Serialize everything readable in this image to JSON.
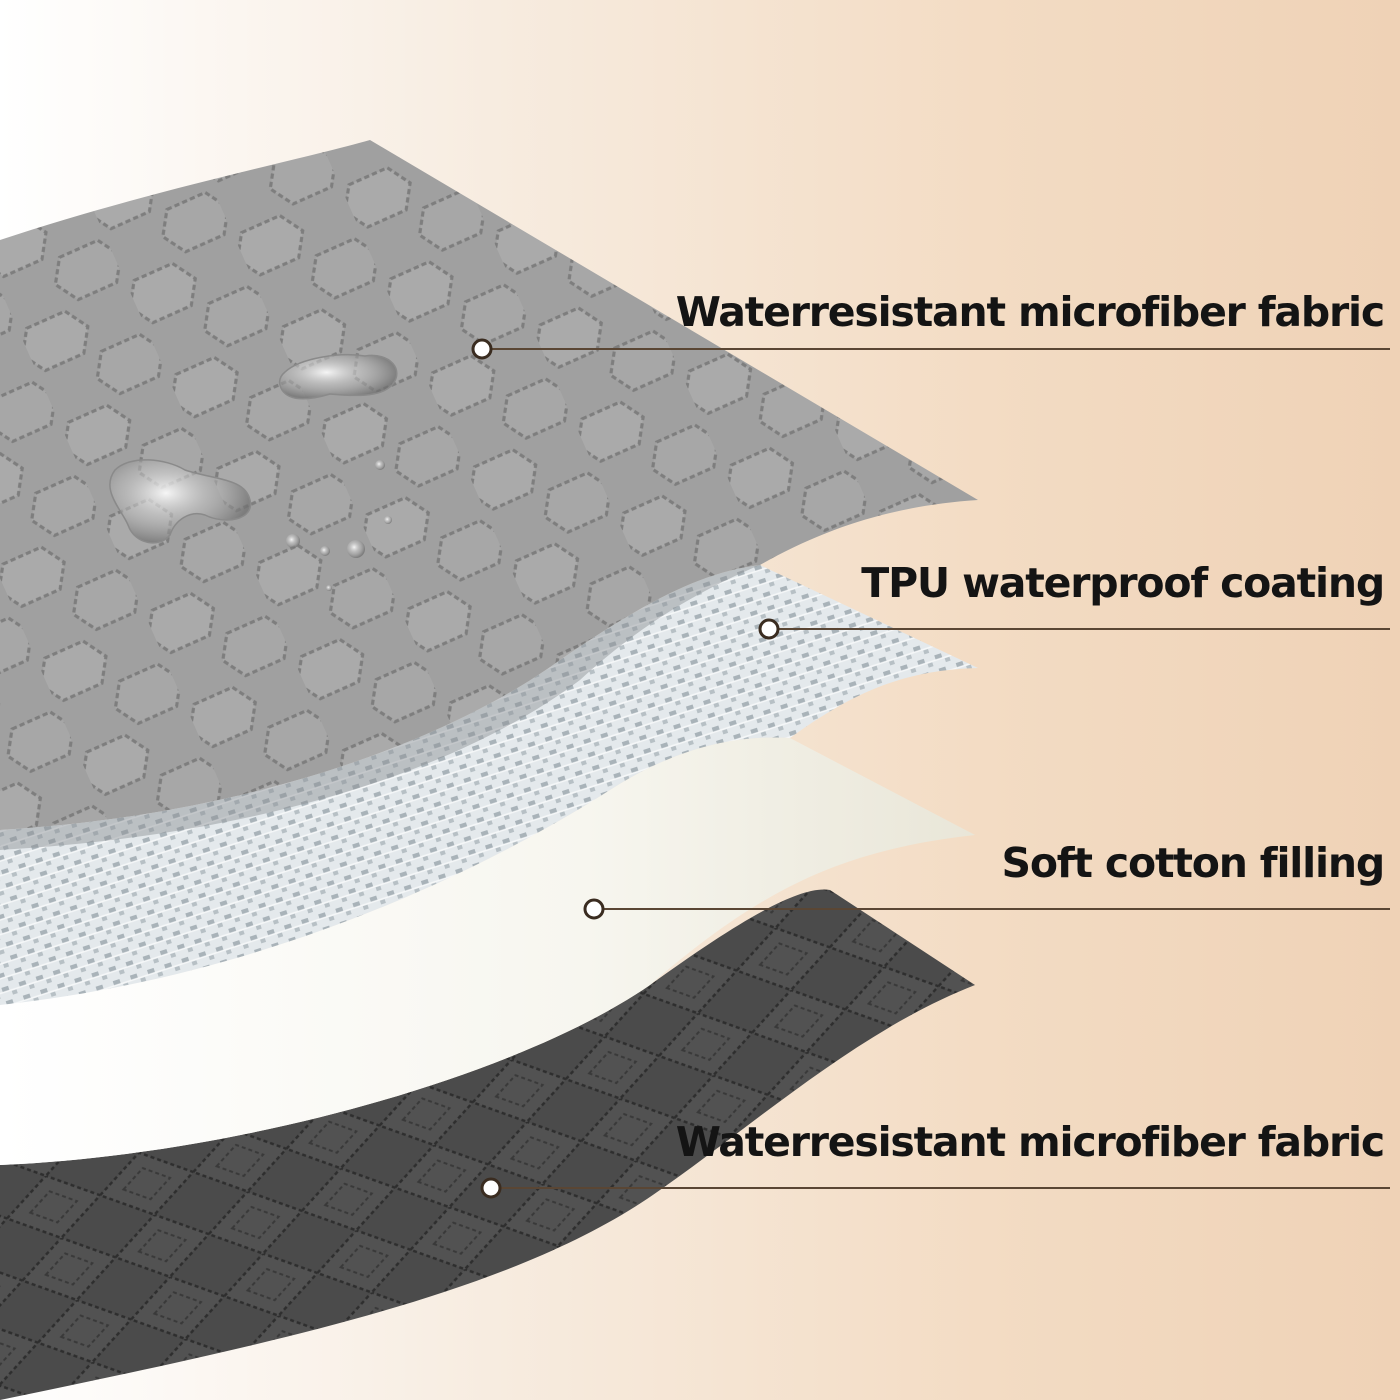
{
  "layers": [
    {
      "label": "Waterresistant microfiber fabric"
    },
    {
      "label": "TPU waterproof coating"
    },
    {
      "label": "Soft cotton filling"
    },
    {
      "label": "Waterresistant microfiber fabric"
    }
  ],
  "colors": {
    "top_fabric": "#9d9d9d",
    "tpu_coating": "#e3e9ec",
    "cotton_filling": "#fbfaf4",
    "bottom_fabric": "#4a4a4a",
    "callout_line": "#5a4634"
  }
}
